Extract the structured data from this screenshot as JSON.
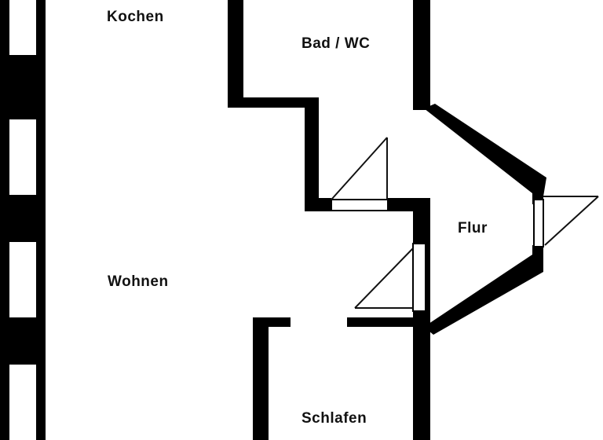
{
  "floorplan": {
    "rooms": {
      "kitchen": "Kochen",
      "bath": "Bad / WC",
      "hall": "Flur",
      "living": "Wohnen",
      "bedroom": "Schlafen"
    },
    "colors": {
      "wall": "#000000",
      "background": "#ffffff",
      "door_swing": "#111111"
    }
  }
}
